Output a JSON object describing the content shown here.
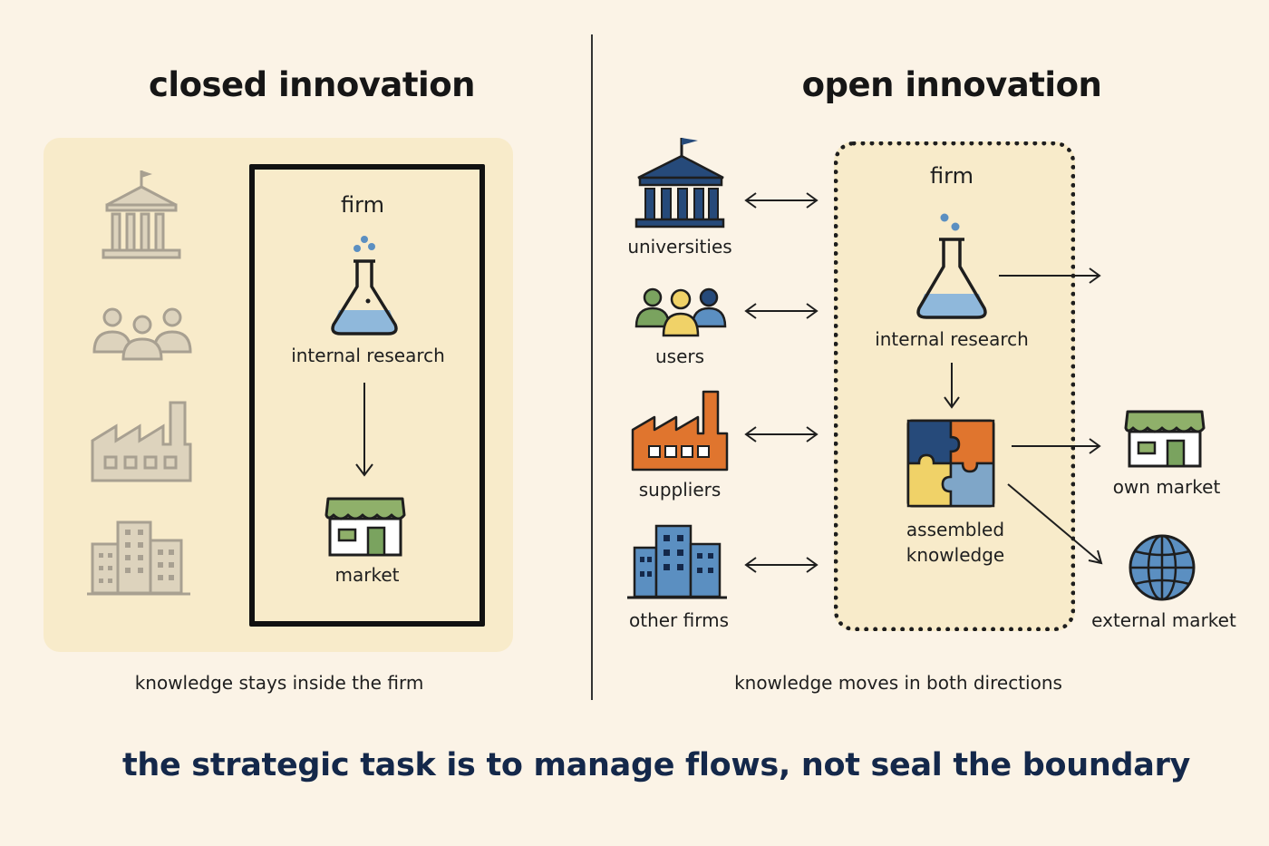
{
  "closed": {
    "title": "closed innovation",
    "firm_label": "firm",
    "research_label": "internal research",
    "market_label": "market",
    "caption": "knowledge stays inside the firm",
    "outside_icons": [
      "university-icon",
      "users-icon",
      "factory-icon",
      "office-buildings-icon"
    ]
  },
  "open": {
    "title": "open innovation",
    "firm_label": "firm",
    "partners": [
      {
        "label": "universities",
        "icon": "university-icon"
      },
      {
        "label": "users",
        "icon": "users-icon"
      },
      {
        "label": "suppliers",
        "icon": "factory-icon"
      },
      {
        "label": "other firms",
        "icon": "office-buildings-icon"
      }
    ],
    "research_label": "internal research",
    "assembled_label_1": "assembled",
    "assembled_label_2": "knowledge",
    "own_market_label": "own market",
    "external_market_label": "external market",
    "caption": "knowledge moves in both directions"
  },
  "tagline": "the strategic task is to manage flows, not seal the boundary",
  "colors": {
    "background": "#fbf3e6",
    "closed_panel": "#f8ebca",
    "faded_icon": "#a8a091",
    "navy": "#264a7a",
    "blue": "#5b8fc1",
    "green": "#7aa35f",
    "yellow": "#f0d268",
    "orange": "#e0752e",
    "tagline": "#14284a"
  }
}
